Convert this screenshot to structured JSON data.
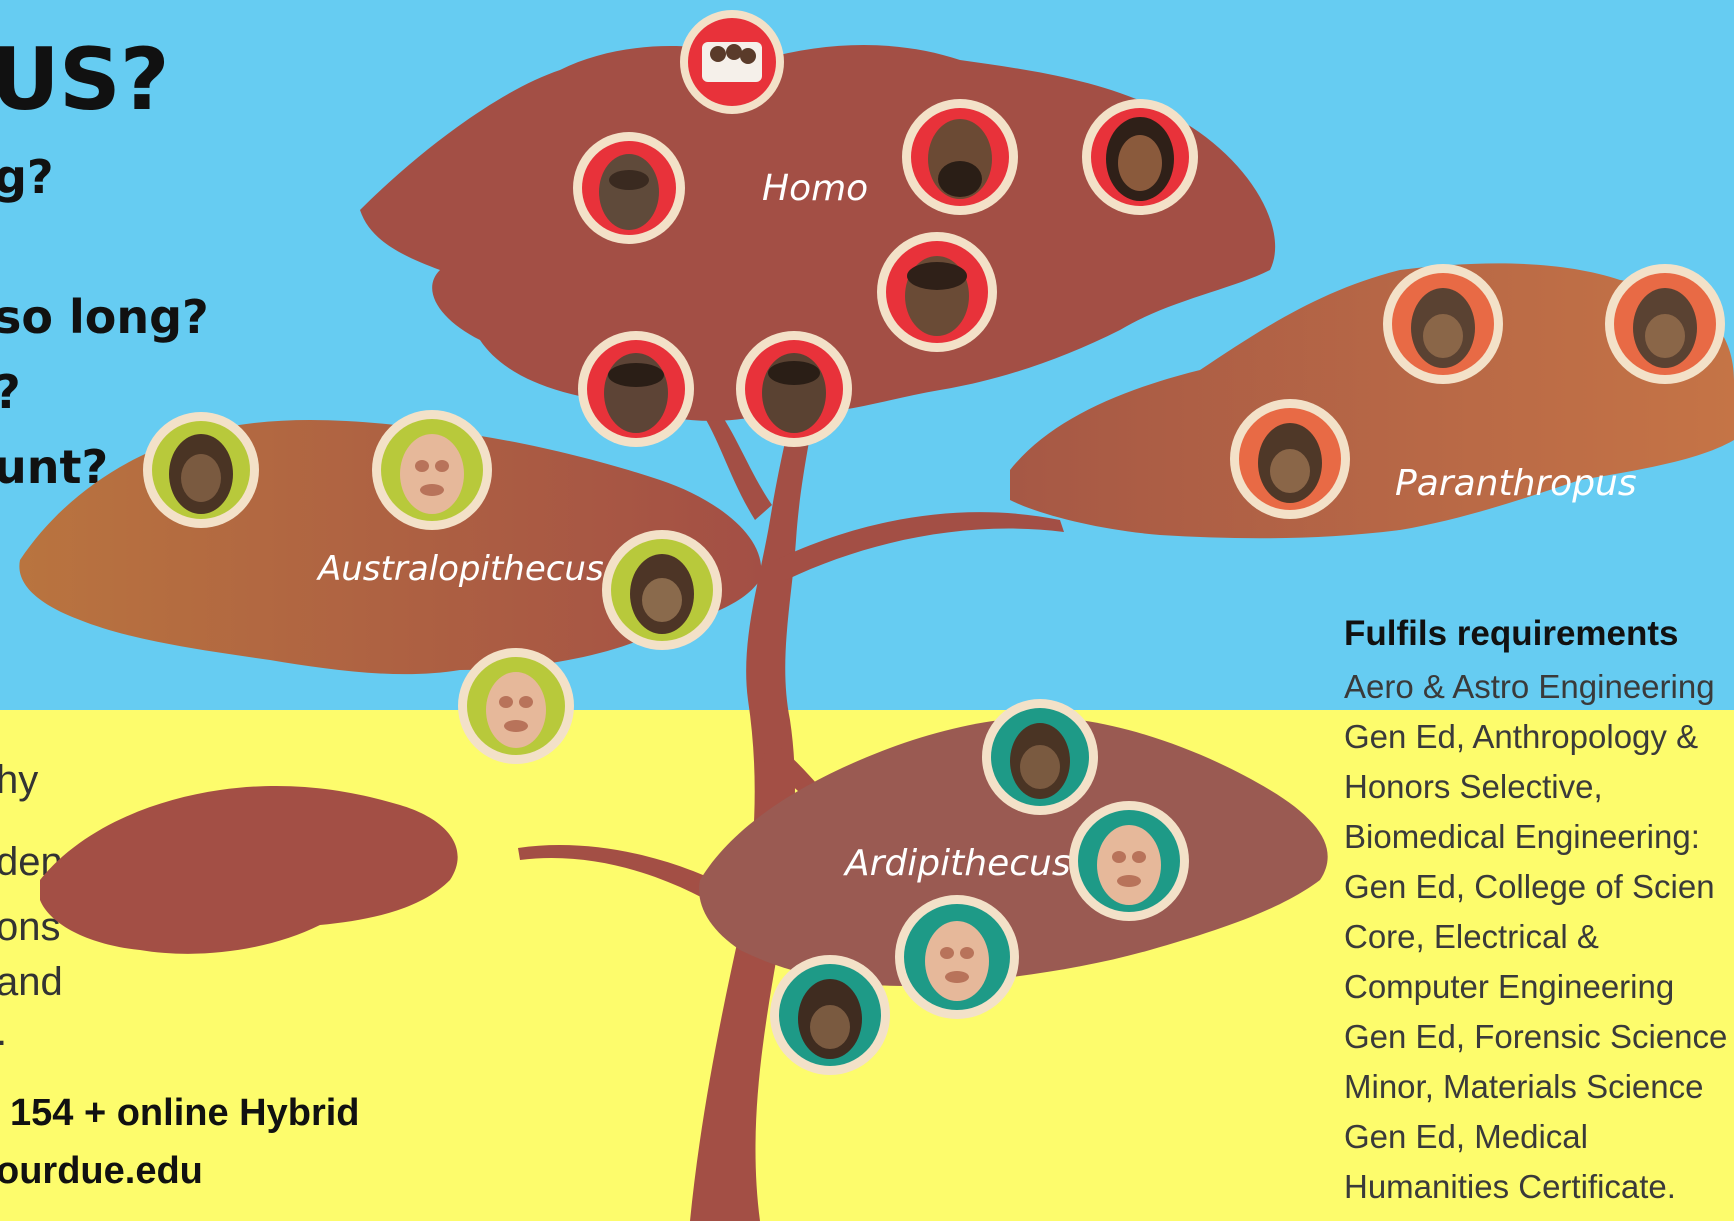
{
  "colors": {
    "sky": "#66ccf2",
    "ground": "#fdfc6c",
    "foliage": "#a34f45",
    "homo_ring": "#e8323a",
    "australopithecus_ring": "#b8c93b",
    "paranthropus_ring": "#e86a45",
    "ardipithecus_ring": "#1e9a87"
  },
  "questions": {
    "title": "US?",
    "q1": "g?",
    "q2": "so long?",
    "q3": "?",
    "q4": "unt?"
  },
  "description": {
    "line1": "hy",
    "line2": "dence",
    "line3": "ons",
    "line4": "and",
    "line5": "."
  },
  "course": {
    "line1": "154 + online Hybrid",
    "line2": "ourdue.edu"
  },
  "tree": {
    "homo_label": "Homo",
    "australopithecus_label": "Australopithecus",
    "paranthropus_label": "Paranthropus",
    "ardipithecus_label": "Ardipithecus"
  },
  "requirements": {
    "heading": "Fulfils requirements",
    "lines": [
      "Aero & Astro Engineering",
      "Gen Ed, Anthropology &",
      "Honors Selective,",
      "Biomedical Engineering:",
      "Gen Ed, College of Scien",
      "Core, Electrical &",
      "Computer Engineering",
      "Gen Ed, Forensic Science",
      "Minor, Materials Science",
      "Gen Ed, Medical",
      "Humanities Certificate."
    ]
  }
}
